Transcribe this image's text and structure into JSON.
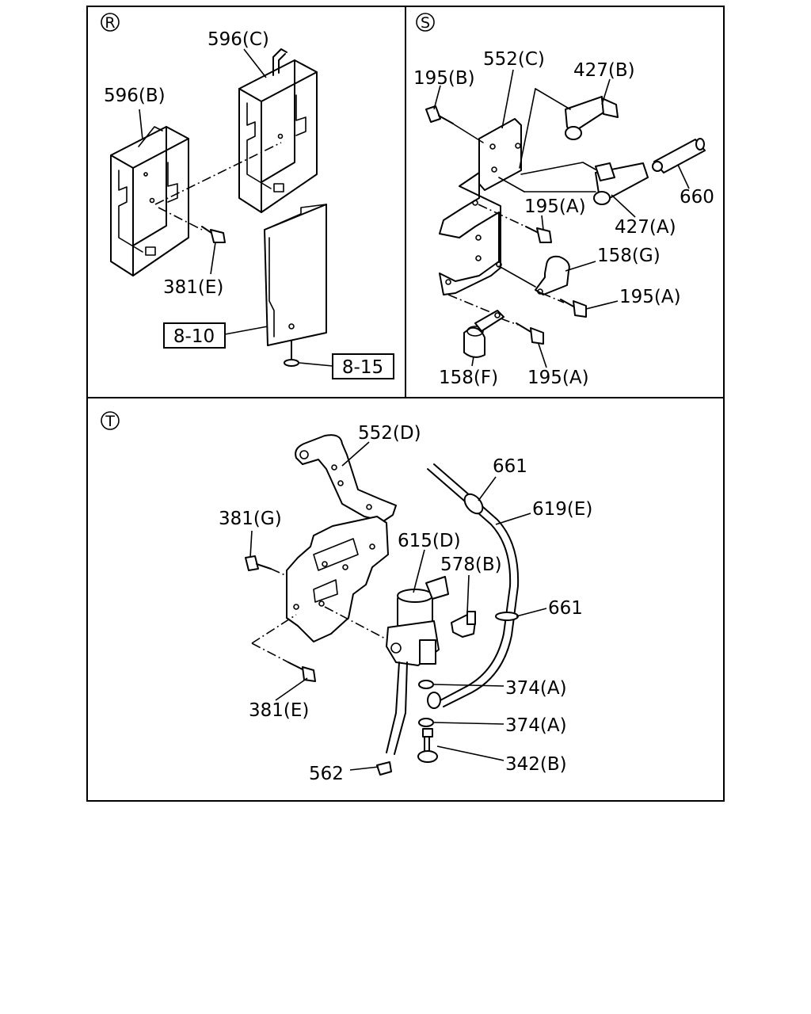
{
  "panels": {
    "r": {
      "callout": "R",
      "labels": {
        "l596c": "596(C)",
        "l596b": "596(B)",
        "l381e": "381(E)",
        "ref810": "8-10",
        "ref815": "8-15"
      }
    },
    "s": {
      "callout": "S",
      "labels": {
        "l195b": "195(B)",
        "l552c": "552(C)",
        "l427b": "427(B)",
        "l660": "660",
        "l195a1": "195(A)",
        "l427a": "427(A)",
        "l158g": "158(G)",
        "l195a2": "195(A)",
        "l158f": "158(F)",
        "l195a3": "195(A)"
      }
    },
    "t": {
      "callout": "T",
      "labels": {
        "l552d": "552(D)",
        "l661a": "661",
        "l619e": "619(E)",
        "l381g": "381(G)",
        "l615d": "615(D)",
        "l578b": "578(B)",
        "l661b": "661",
        "l374a1": "374(A)",
        "l381e": "381(E)",
        "l374a2": "374(A)",
        "l342b": "342(B)",
        "l562": "562"
      }
    }
  }
}
